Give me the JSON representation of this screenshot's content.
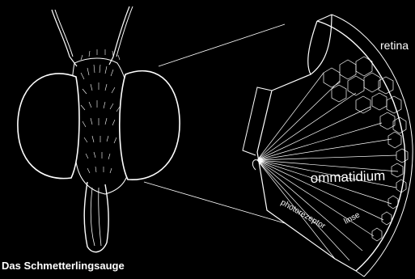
{
  "title": "Das Schmetterlingsauge",
  "labels": {
    "retina": "retina",
    "ommatidium": "ommatidium",
    "photorezeptor": "photorezeptor",
    "linse": "linse"
  },
  "colors": {
    "background": "#000000",
    "line": "#ffffff"
  }
}
